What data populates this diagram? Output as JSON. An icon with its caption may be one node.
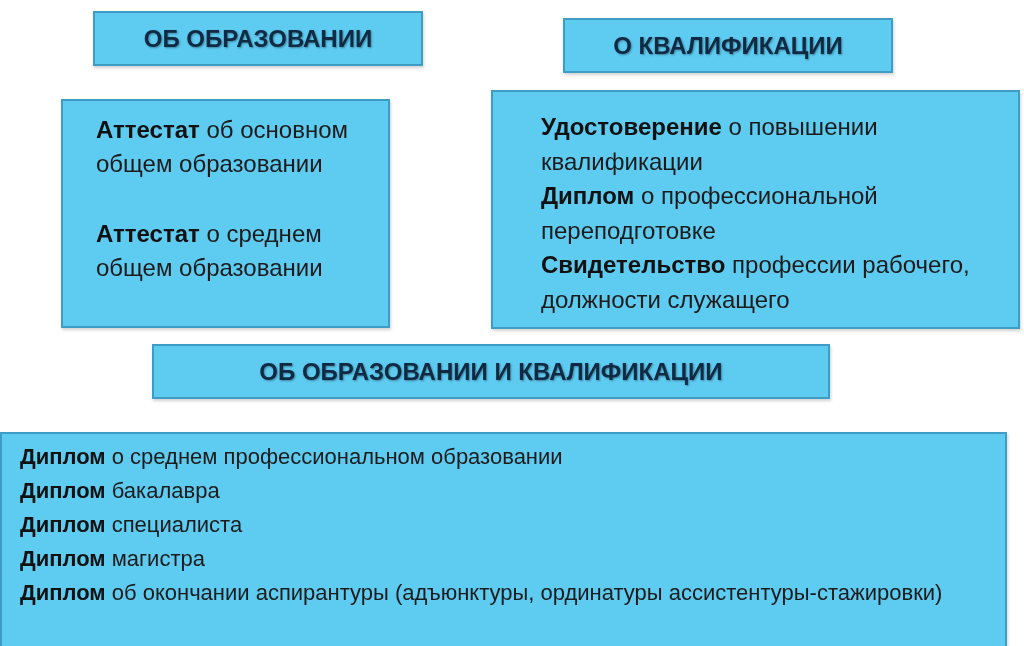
{
  "diagram": {
    "nodes": [
      {
        "text": [
          "ОБ ОБРАЗОВАНИИ"
        ]
      },
      {
        "text": [
          "О КВАЛИФИКАЦИИ"
        ]
      },
      {
        "text": [
          "**Аттестат** об основном общем образовании",
          "**Аттестат** о среднем общем образовании"
        ]
      },
      {
        "text": [
          "**Удостоверение** о повышении квалификации",
          "**Диплом** о профессиональной переподготовке",
          "**Свидетельство** профессии рабочего, должности служащего"
        ]
      },
      {
        "text": [
          "ОБ ОБРАЗОВАНИИ И КВАЛИФИКАЦИИ"
        ]
      },
      {
        "text": [
          "**Диплом** о среднем профессиональном образовании",
          "**Диплом** бакалавра",
          "**Диплом** специалиста",
          "**Диплом** магистра",
          "**Диплом** об окончании аспирантуры (адъюнктуры, ординатуры ассистентуры-стажировки)"
        ]
      }
    ]
  }
}
